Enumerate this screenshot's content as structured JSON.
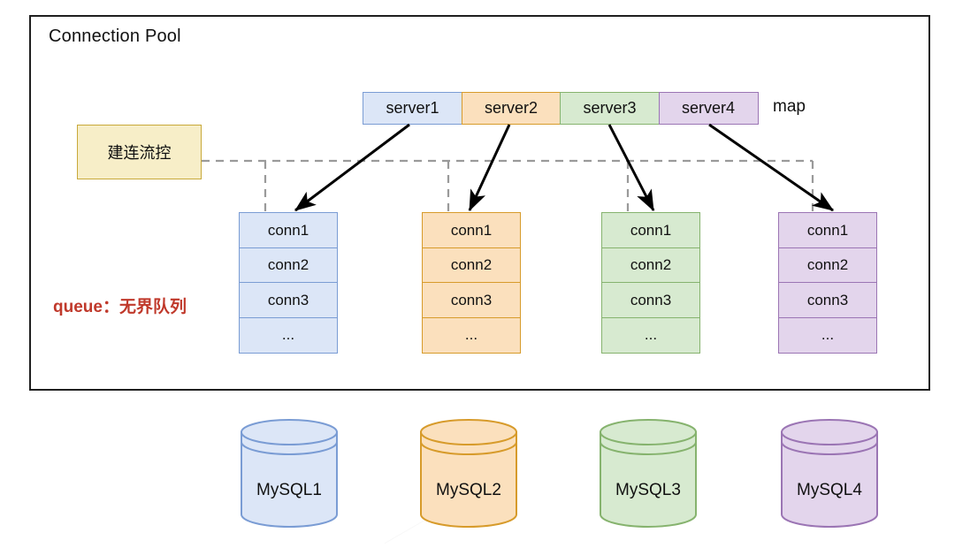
{
  "diagram": {
    "title": "Connection Pool",
    "frame_border_color": "#1f1f1f"
  },
  "map": {
    "label": "map",
    "servers": [
      {
        "label": "server1",
        "color": "#dce6f7",
        "border": "#7a9cd4"
      },
      {
        "label": "server2",
        "color": "#fbe0bd",
        "border": "#d79b2b"
      },
      {
        "label": "server3",
        "color": "#d7ead0",
        "border": "#86b36e"
      },
      {
        "label": "server4",
        "color": "#e3d5ec",
        "border": "#9b75b4"
      }
    ]
  },
  "flow_control": {
    "label": "建连流控",
    "fill": "#f7eec8",
    "border": "#c8a93a"
  },
  "queue": {
    "label": "queue：无界队列",
    "color": "#c0392b"
  },
  "connection_columns": [
    {
      "name": "server1-connections",
      "color": "#dce6f7",
      "border": "#7a9cd4",
      "cells": [
        "conn1",
        "conn2",
        "conn3",
        "..."
      ]
    },
    {
      "name": "server2-connections",
      "color": "#fbe0bd",
      "border": "#d79b2b",
      "cells": [
        "conn1",
        "conn2",
        "conn3",
        "..."
      ]
    },
    {
      "name": "server3-connections",
      "color": "#d7ead0",
      "border": "#86b36e",
      "cells": [
        "conn1",
        "conn2",
        "conn3",
        "..."
      ]
    },
    {
      "name": "server4-connections",
      "color": "#e3d5ec",
      "border": "#9b75b4",
      "cells": [
        "conn1",
        "conn2",
        "conn3",
        "..."
      ]
    }
  ],
  "databases": [
    {
      "label": "MySQL1",
      "fill": "#dce6f7",
      "border": "#7a9cd4"
    },
    {
      "label": "MySQL2",
      "fill": "#fbe0bd",
      "border": "#d79b2b"
    },
    {
      "label": "MySQL3",
      "fill": "#d7ead0",
      "border": "#86b36e"
    },
    {
      "label": "MySQL4",
      "fill": "#e3d5ec",
      "border": "#9b75b4"
    }
  ],
  "connectors": {
    "arrow_color": "#000000",
    "dashed_color": "#9a9a9a",
    "arrows": [
      {
        "from": "server1",
        "to": "server1-connections"
      },
      {
        "from": "server2",
        "to": "server2-connections"
      },
      {
        "from": "server3",
        "to": "server3-connections"
      },
      {
        "from": "server4",
        "to": "server4-connections"
      }
    ]
  }
}
